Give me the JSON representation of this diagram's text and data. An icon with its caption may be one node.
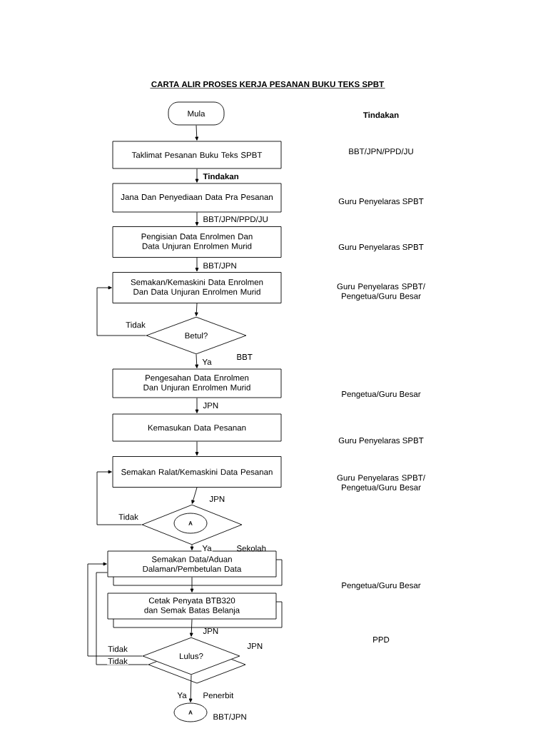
{
  "diagram": {
    "title": "CARTA ALIR PROSES KERJA PESANAN BUKU TEKS SPBT",
    "nodes": [
      {
        "text": [
          "Mula"
        ]
      },
      {
        "text": [
          "Taklimat Pesanan Buku Teks SPBT"
        ]
      },
      {
        "text": [
          "Jana Dan Penyediaan Data Pra Pesanan"
        ]
      },
      {
        "text": [
          "Pengisian Data Enrolmen Dan Data Unjuran Enrolmen Murid"
        ]
      },
      {
        "text": [
          "Semakan/Kemaskini Data Enrolmen Dan Data Unjuran Enrolmen Murid"
        ]
      },
      {
        "text": [
          "Betul?"
        ]
      },
      {
        "text": [
          "Pengesahan Data Enrolmen Dan Unjuran Enrolmen Murid"
        ]
      },
      {
        "text": [
          "Kemasukan Data Pesanan"
        ]
      },
      {
        "text": [
          "Semakan Ralat/Kemaskini Data Pesanan"
        ]
      },
      {
        "text": [],
        "shape": "diamond"
      },
      {
        "text": [
          "A"
        ],
        "in": 9
      },
      {
        "text": [
          "Semakan Data/Aduan Dalaman/Pembetulan Data"
        ]
      },
      {
        "text": [
          "Cetak Penyata BTB320 dan Semak Batas Belanja"
        ]
      },
      {
        "text": [
          "Lulus?"
        ]
      },
      {
        "text": [
          "A"
        ]
      }
    ],
    "edges": [
      {
        "from": 0,
        "to": 1,
        "arrow": "to"
      },
      {
        "from": 1,
        "to": 2,
        "arrow": "to"
      },
      {
        "from": 2,
        "to": 3,
        "arrow": "to"
      },
      {
        "from": 3,
        "to": 4,
        "arrow": "to"
      },
      {
        "from": 4,
        "to": 5,
        "arrow": "to"
      },
      {
        "from": 5,
        "to": 4,
        "arrow": "to",
        "label": "Tidak"
      },
      {
        "from": 5,
        "to": 6,
        "arrow": "to",
        "label": "Ya"
      },
      {
        "from": 6,
        "to": 7,
        "arrow": "to"
      },
      {
        "from": 7,
        "to": 8,
        "arrow": "to"
      },
      {
        "from": 8,
        "to": 9,
        "arrow": "to"
      },
      {
        "from": 9,
        "to": 8,
        "arrow": "to",
        "label": "Tidak"
      },
      {
        "from": 9,
        "to": 11,
        "arrow": "to",
        "label": "Ya"
      },
      {
        "from": 11,
        "to": 12,
        "arrow": "to"
      },
      {
        "from": 12,
        "to": 13,
        "arrow": "to"
      },
      {
        "from": 13,
        "to": 11,
        "arrow": "to",
        "label": "Tidak"
      },
      {
        "from": 13,
        "to": 11,
        "arrow": "none",
        "label": "Tidak"
      },
      {
        "from": 13,
        "to": 14,
        "arrow": "to",
        "label": "Ya"
      }
    ],
    "labels": [
      "Tindakan",
      "BBT/JPN/PPD/JU",
      "Tindakan",
      "BBT/JPN/PPD/JU",
      "Guru Penyelaras SPBT",
      "BBT/JPN",
      "Guru Penyelaras SPBT",
      "Guru Penyelaras SPBT/ Pengetua/Guru Besar",
      "BBT",
      "JPN",
      "Pengetua/Guru Besar",
      "Guru Penyelaras SPBT",
      "Guru Penyelaras SPBT/ Pengetua/Guru Besar",
      "JPN",
      "Sekolah",
      "Pengetua/Guru Besar",
      "JPN",
      "JPN",
      "PPD",
      "Penerbit",
      "BBT/JPN"
    ]
  }
}
